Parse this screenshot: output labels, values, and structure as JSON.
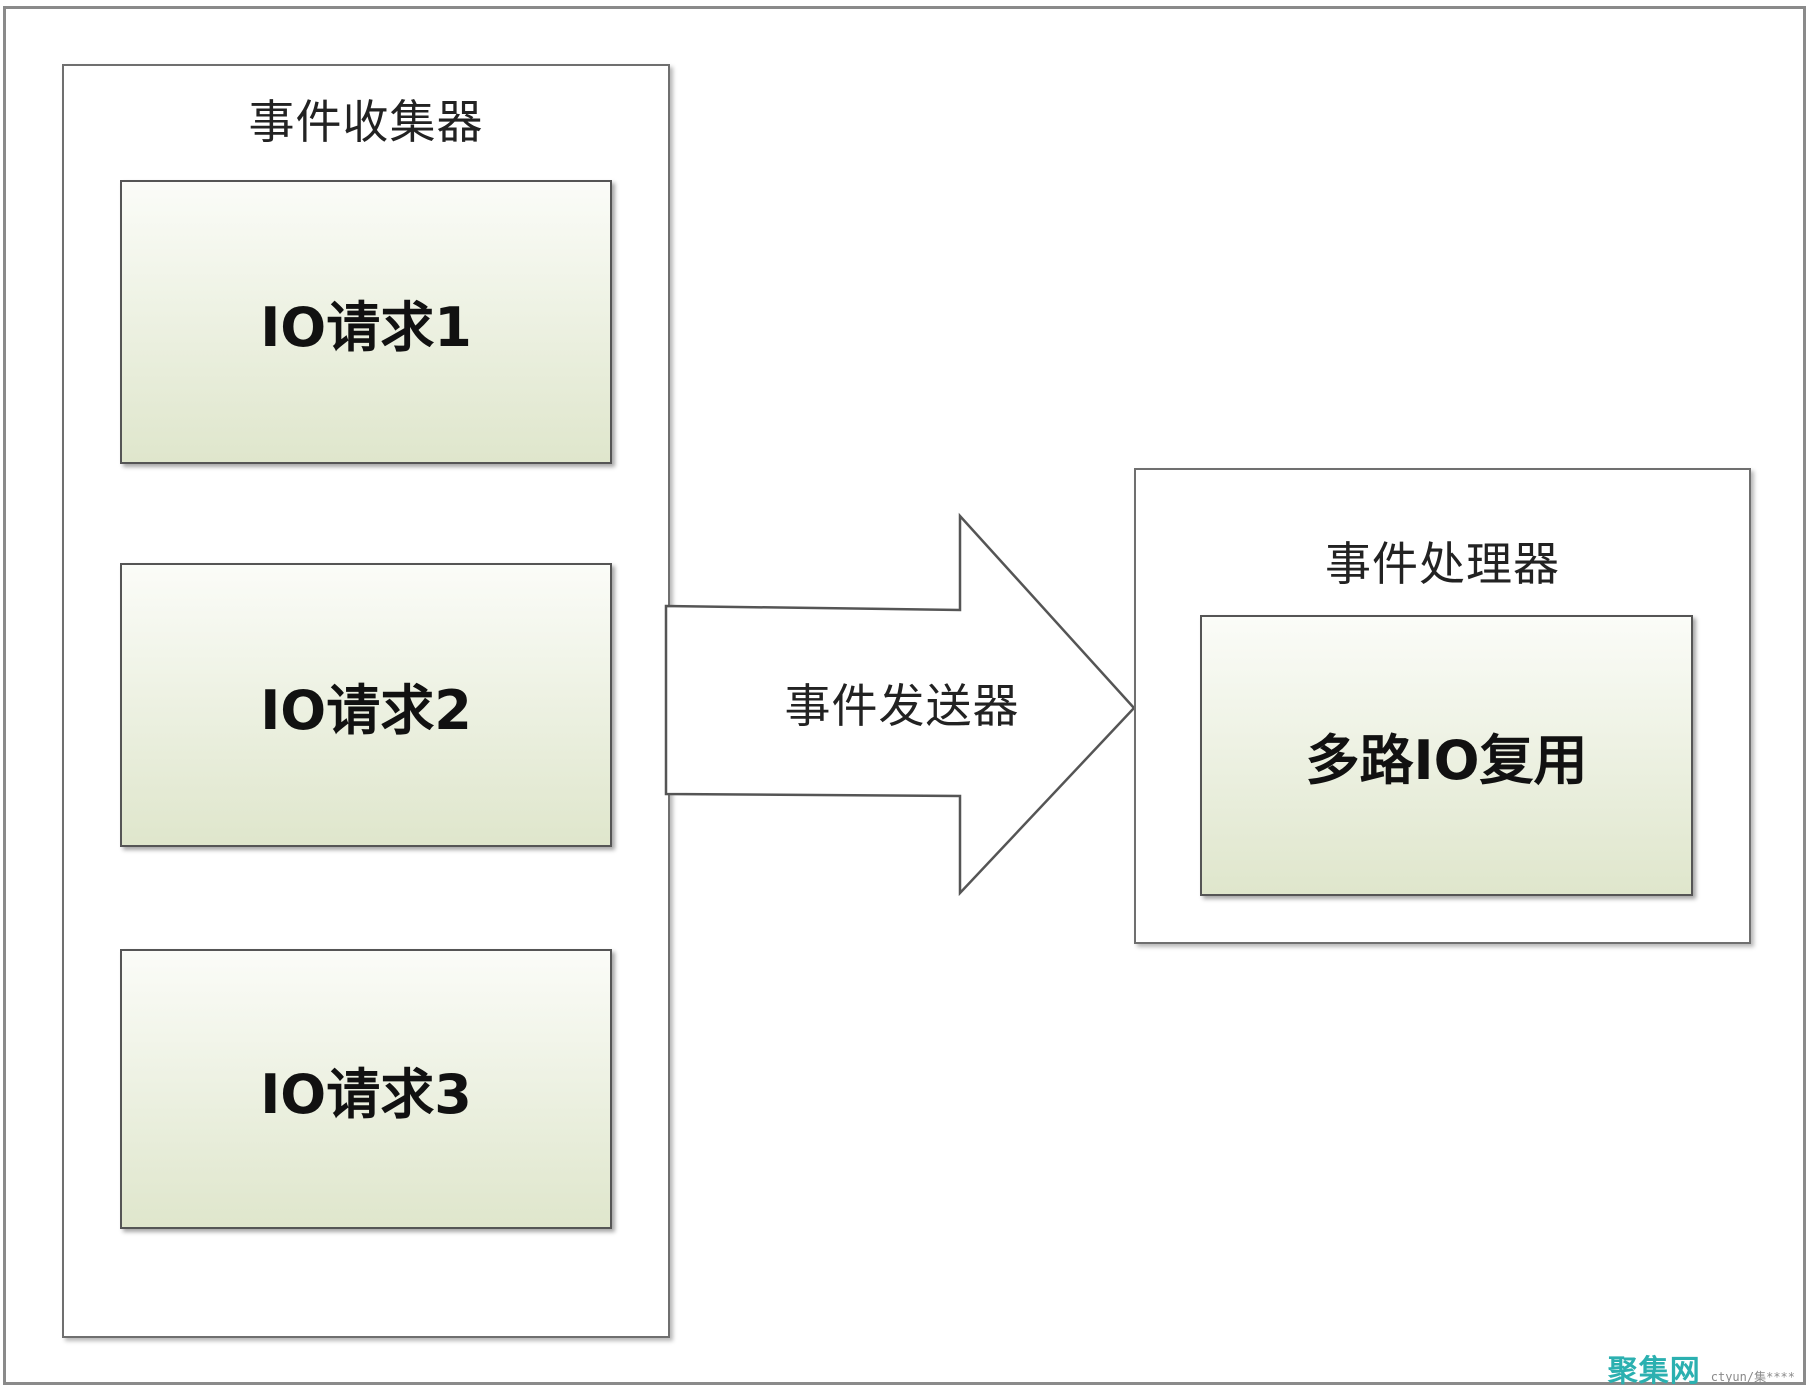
{
  "collector": {
    "title": "事件收集器",
    "requests": [
      {
        "label": "IO请求1"
      },
      {
        "label": "IO请求2"
      },
      {
        "label": "IO请求3"
      }
    ]
  },
  "dispatcher": {
    "label": "事件发送器"
  },
  "processor": {
    "title": "事件处理器",
    "inner_label": "多路IO复用"
  },
  "watermark": {
    "logo_text": "聚集网",
    "url_text": "ctyun/集****"
  },
  "colors": {
    "frame_border": "#8a8a8a",
    "container_border": "#6f6f6f",
    "box_gradient_top": "#fbfcf8",
    "box_gradient_bottom": "#dfe6cc",
    "watermark": "#2bb0b0"
  }
}
